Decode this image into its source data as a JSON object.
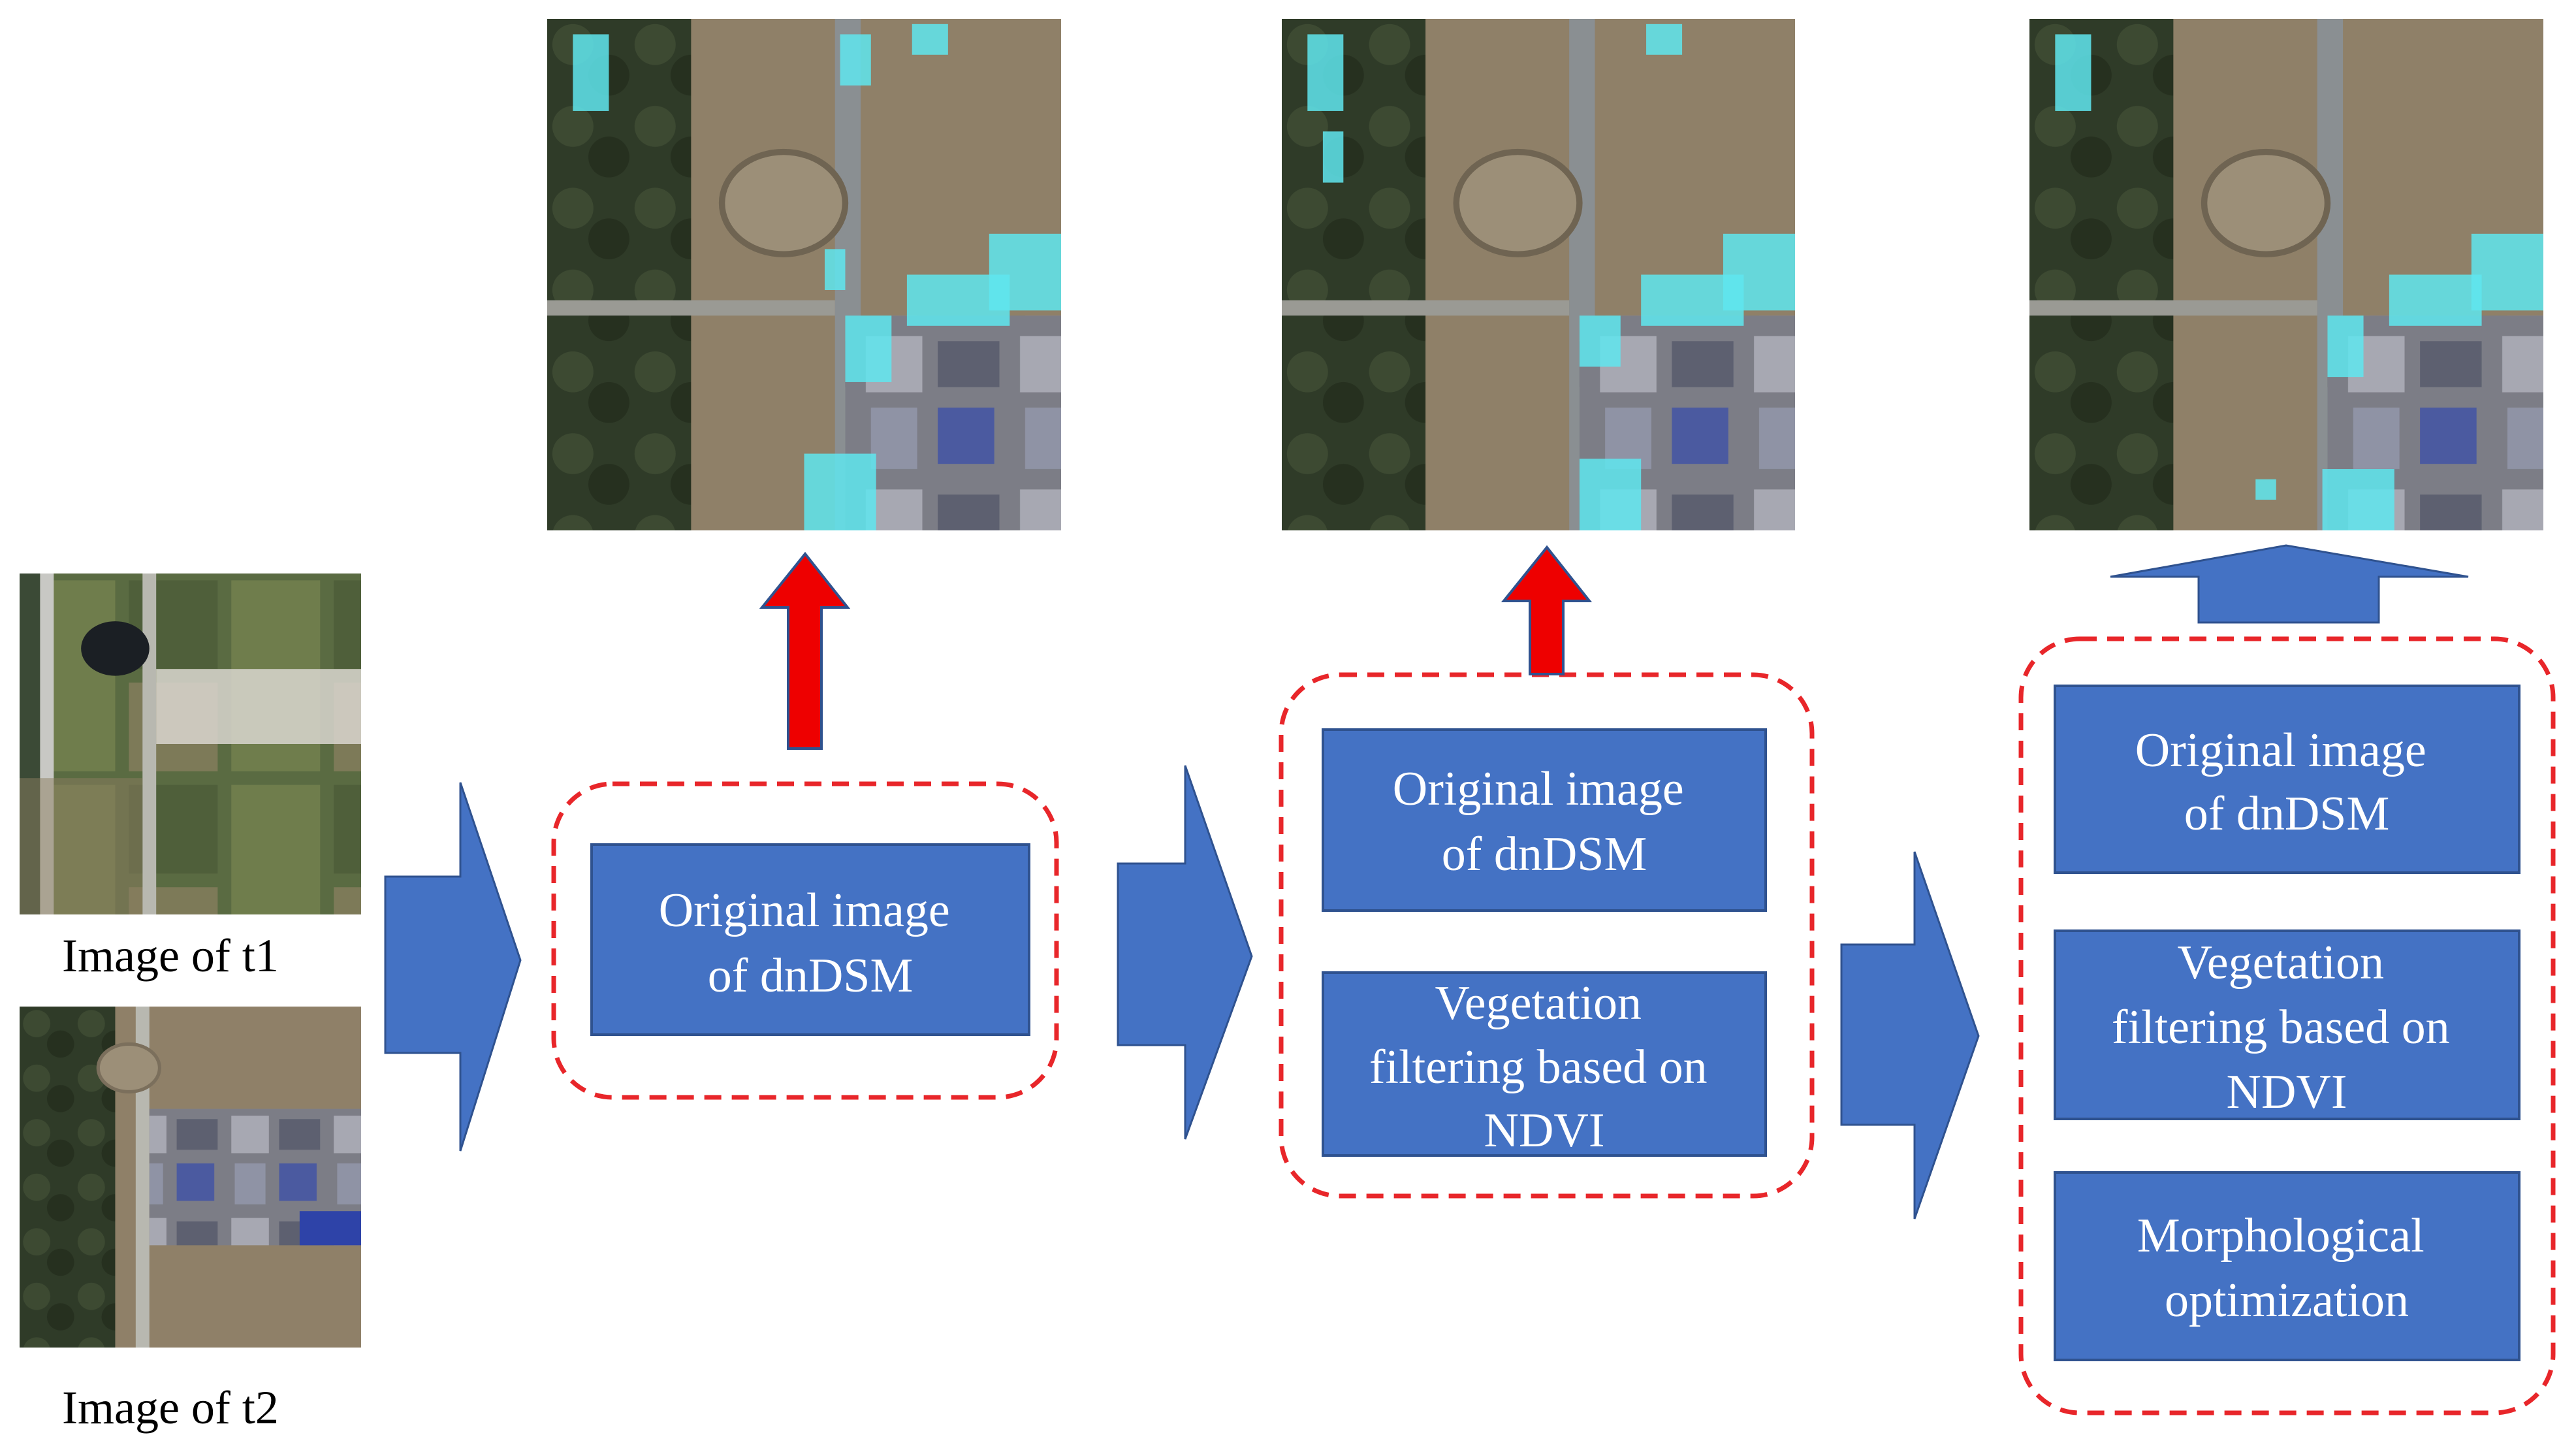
{
  "colors": {
    "box_fill": "#4472C4",
    "box_stroke": "#2F528F",
    "dash": "#E8262A",
    "red_arrow": "#EE0000",
    "blue_arrow": "#4472C4",
    "change_overlay": "#5FE6EE"
  },
  "inputs": {
    "t1_caption": "Image of t1",
    "t2_caption": "Image of t2",
    "t1_image_icon": "satellite-image-icon",
    "t2_image_icon": "satellite-image-icon"
  },
  "stage1": {
    "boxes": [
      {
        "lines": [
          "Original image",
          "of dnDSM"
        ]
      }
    ],
    "result_icon": "change-detection-result-icon"
  },
  "stage2": {
    "boxes": [
      {
        "lines": [
          "Original image",
          "of dnDSM"
        ]
      },
      {
        "lines": [
          "Vegetation",
          "filtering based on",
          "NDVI"
        ]
      }
    ],
    "result_icon": "change-detection-result-icon"
  },
  "stage3": {
    "boxes": [
      {
        "lines": [
          "Original image",
          "of dnDSM"
        ]
      },
      {
        "lines": [
          "Vegetation",
          "filtering based on",
          "NDVI"
        ]
      },
      {
        "lines": [
          "Morphological",
          "optimization"
        ]
      }
    ],
    "result_icon": "change-detection-result-icon"
  }
}
